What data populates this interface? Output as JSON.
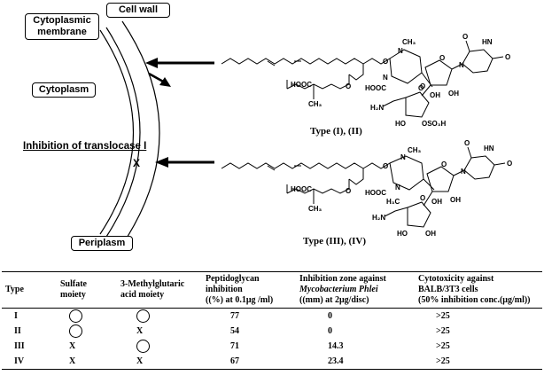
{
  "diagram": {
    "labels": {
      "cell_wall": "Cell wall",
      "cytoplasmic_membrane_line1": "Cytoplasmic",
      "cytoplasmic_membrane_line2": "membrane",
      "cytoplasm": "Cytoplasm",
      "inhibition": "Inhibition of translocase I",
      "x_mark": "X",
      "periplasm": "Periplasm"
    },
    "compounds": [
      {
        "type_label": "Type (I), (II)",
        "atoms": {
          "N": "N",
          "CH3": "CH₃",
          "O": "O",
          "HN": "HN",
          "HOOC": "HOOC",
          "OH": "OH",
          "HO": "HO",
          "H2N": "H₂N",
          "OSO3H": "OSO₃H"
        }
      },
      {
        "type_label": "Type (III), (IV)",
        "atoms": {
          "N": "N",
          "CH3": "CH₃",
          "H3C": "H₃C",
          "O": "O",
          "HN": "HN",
          "HOOC": "HOOC",
          "OH": "OH",
          "HO": "HO",
          "H2N": "H₂N"
        }
      }
    ]
  },
  "table": {
    "headers": [
      "Type",
      "Sulfate moiety",
      "3-Methylglutaric acid moiety",
      "Peptidoglycan inhibition ((%) at 0.1μg /ml)",
      "Inhibition zone against Mycobacterium Phlei ((mm) at 2μg/disc)",
      "Cytotoxicity against BALB/3T3 cells (50% inhibition conc.(μg/ml))"
    ],
    "header_parts": {
      "h4_line1": "Peptidoglycan",
      "h4_line2": "inhibition",
      "h4_line3": "((%) at 0.1μg /ml)",
      "h5_line1": "Inhibition zone against",
      "h5_line2": "Mycobacterium Phlei",
      "h5_line3": "((mm) at 2μg/disc)",
      "h6_line1": "Cytotoxicity against",
      "h6_line2": "BALB/3T3 cells",
      "h6_line3": "(50% inhibition conc.(μg/ml))",
      "h2_line1": "Sulfate",
      "h2_line2": "moiety",
      "h3_line1": "3-Methylglutaric",
      "h3_line2": "acid moiety"
    },
    "rows": [
      {
        "type": "I",
        "sulfate": "circle",
        "methylglutaric": "circle",
        "peptidoglycan": "77",
        "zone": "0",
        "cytotoxicity": ">25"
      },
      {
        "type": "II",
        "sulfate": "circle",
        "methylglutaric": "X",
        "peptidoglycan": "54",
        "zone": "0",
        "cytotoxicity": ">25"
      },
      {
        "type": "III",
        "sulfate": "X",
        "methylglutaric": "circle",
        "peptidoglycan": "71",
        "zone": "14.3",
        "cytotoxicity": ">25"
      },
      {
        "type": "IV",
        "sulfate": "X",
        "methylglutaric": "X",
        "peptidoglycan": "67",
        "zone": "23.4",
        "cytotoxicity": ">25"
      }
    ]
  }
}
